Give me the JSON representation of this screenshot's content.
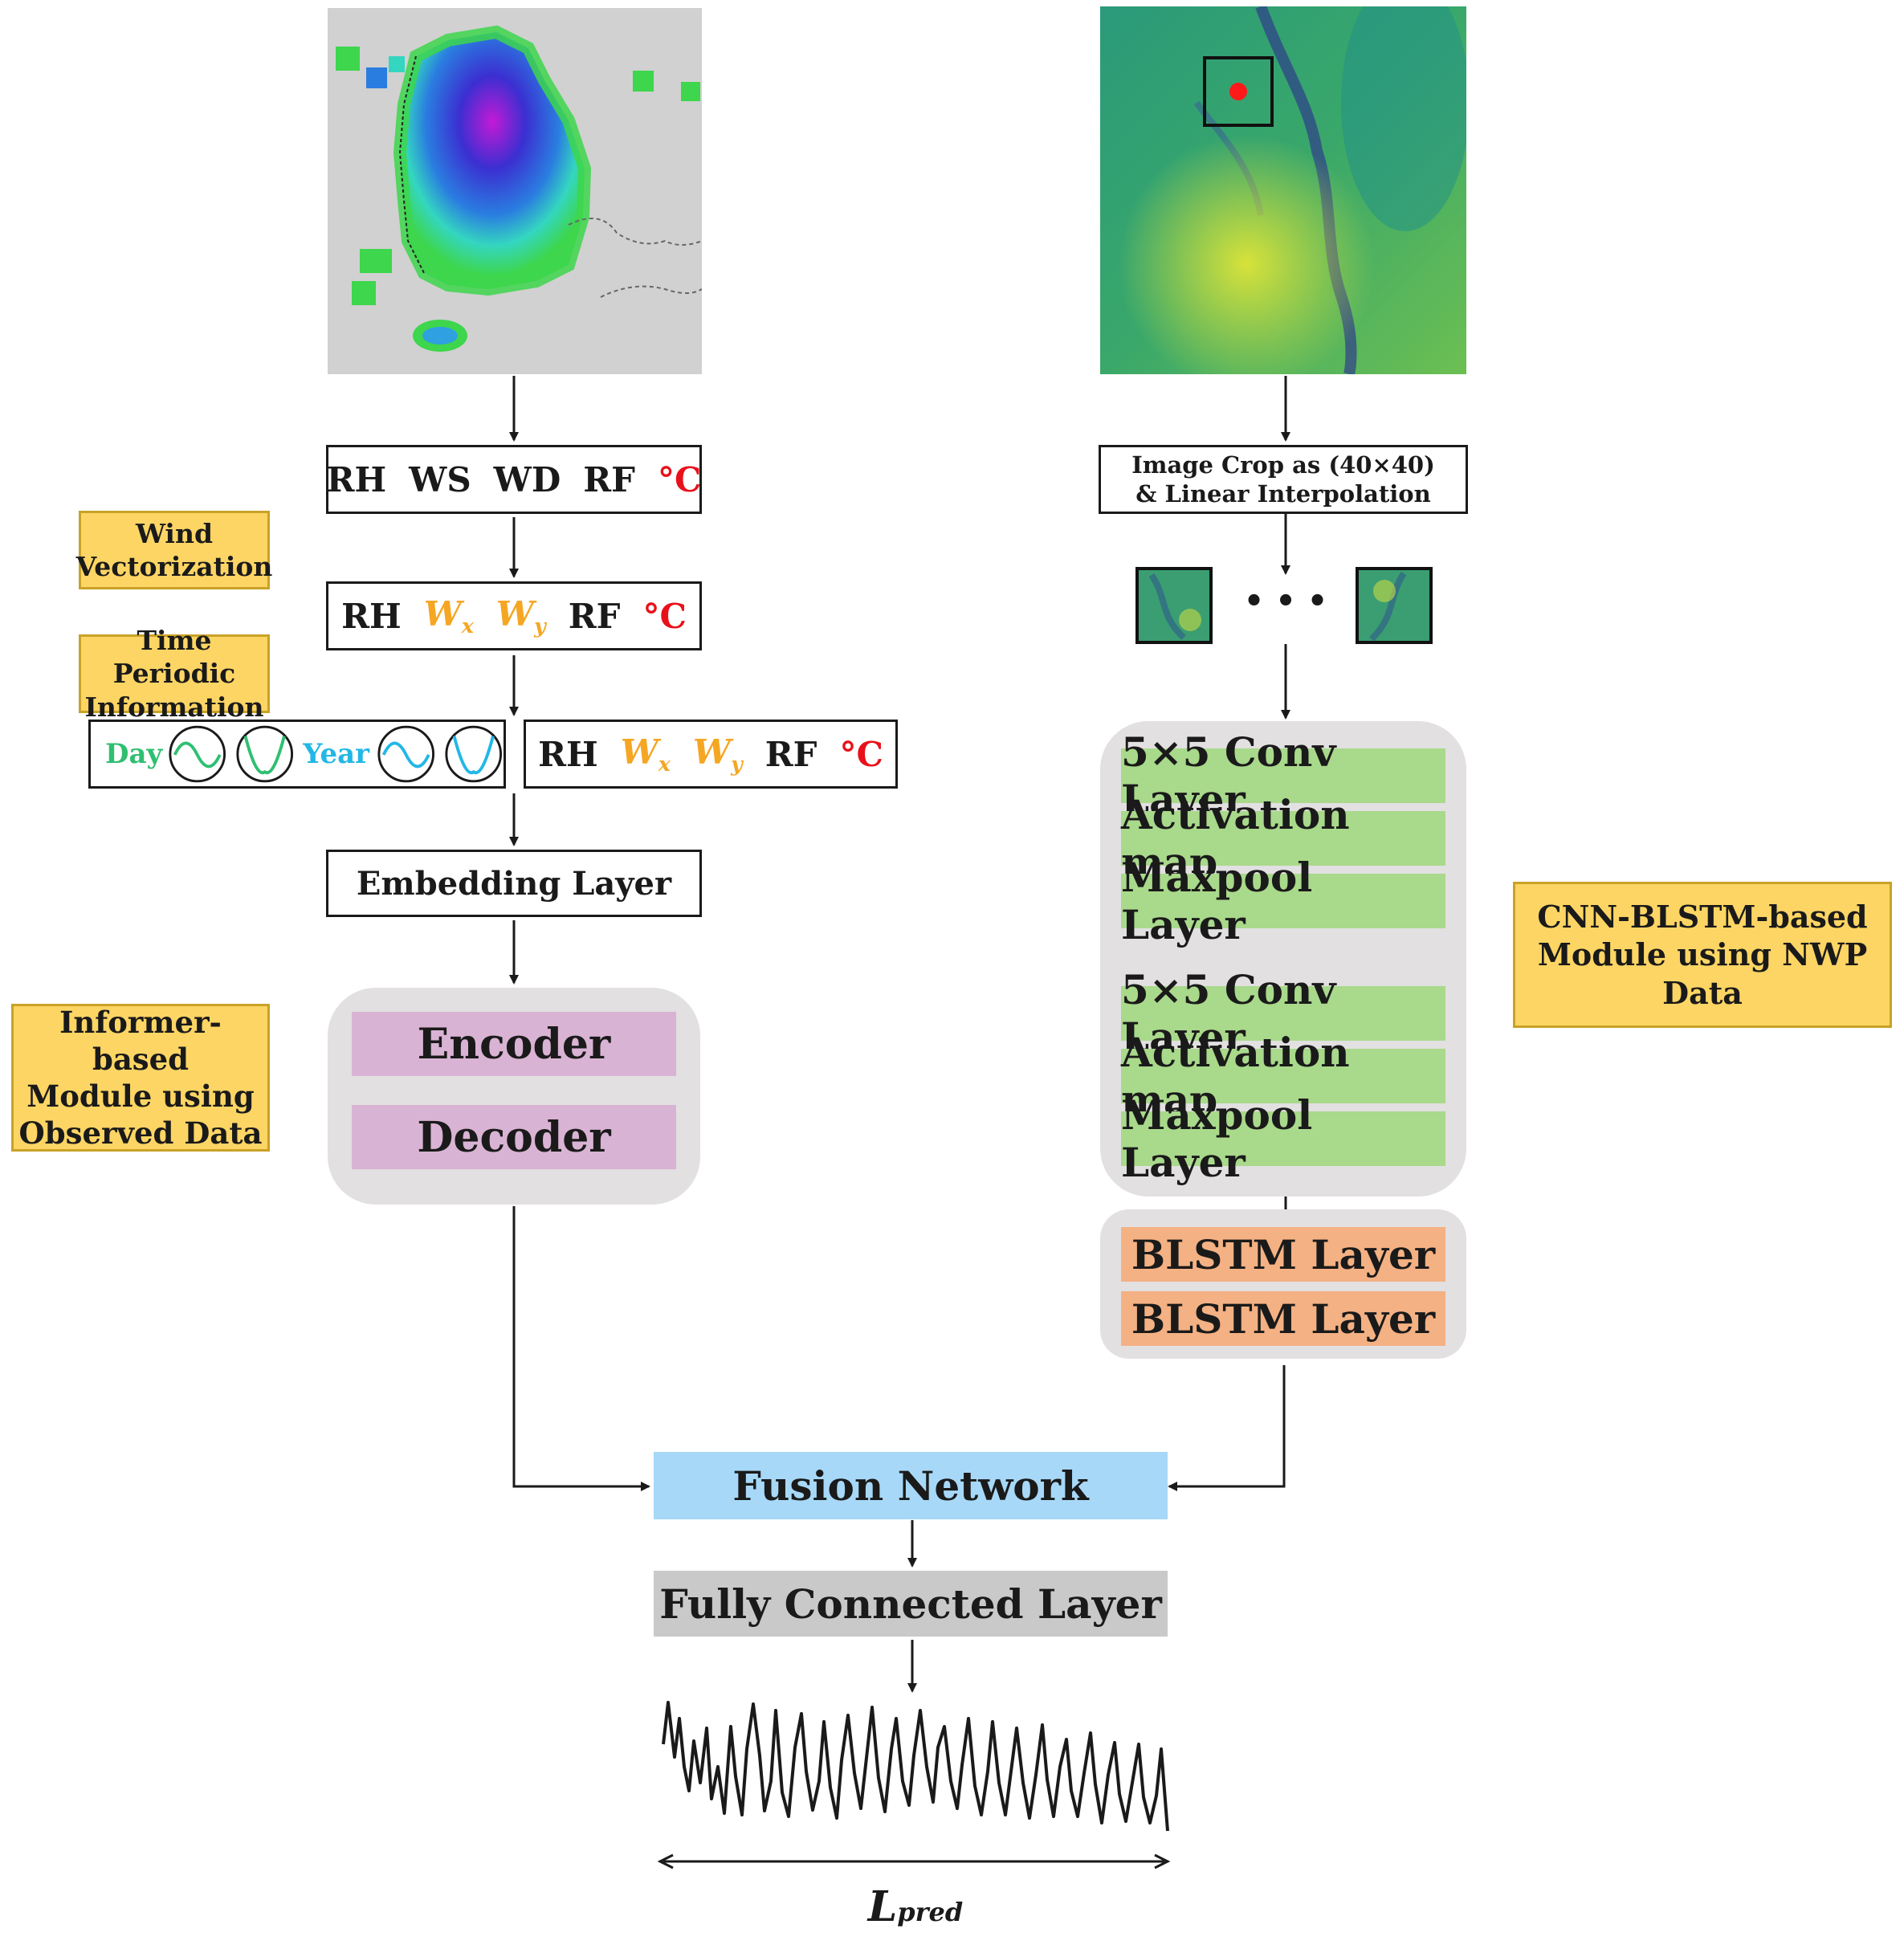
{
  "left_chain": {
    "input_vars": [
      "RH",
      "WS",
      "WD",
      "RF"
    ],
    "temp_symbol": "°C",
    "vectorized_vars": {
      "rh": "RH",
      "wx": "W",
      "wx_sub": "x",
      "wy": "W",
      "wy_sub": "y",
      "rf": "RF"
    },
    "periodic": {
      "day_label": "Day",
      "year_label": "Year"
    },
    "embedding_label": "Embedding Layer",
    "encoder_label": "Encoder",
    "decoder_label": "Decoder"
  },
  "notes": {
    "wind": [
      "Wind",
      "Vectorization"
    ],
    "time": [
      "Time Periodic",
      "Information"
    ],
    "informer": [
      "Informer-based",
      "Module using",
      "Observed Data"
    ],
    "cnn": [
      "CNN-BLSTM-based",
      "Module using NWP Data"
    ]
  },
  "right_chain": {
    "crop_label": [
      "Image Crop as (40×40)",
      "& Linear Interpolation"
    ],
    "ellipsis": "• • •",
    "cnn_layers": [
      "5×5 Conv Layer",
      "Activation map",
      "Maxpool Layer",
      "5×5 Conv Layer",
      "Activation map",
      "Maxpool Layer"
    ],
    "blstm_layers": [
      "BLSTM Layer",
      "BLSTM Layer"
    ]
  },
  "bottom": {
    "fusion_label": "Fusion Network",
    "fc_label": "Fully Connected Layer",
    "output_label": "L",
    "output_sub": "pred"
  },
  "colors": {
    "note_fill": "#fdd564",
    "cnn_layer": "#a9d98b",
    "transformer_block": "#d9b3d3",
    "blstm": "#f4b183",
    "fusion": "#a7d8f8",
    "fc": "#c9c9c9",
    "panel": "#e2e0e1"
  }
}
